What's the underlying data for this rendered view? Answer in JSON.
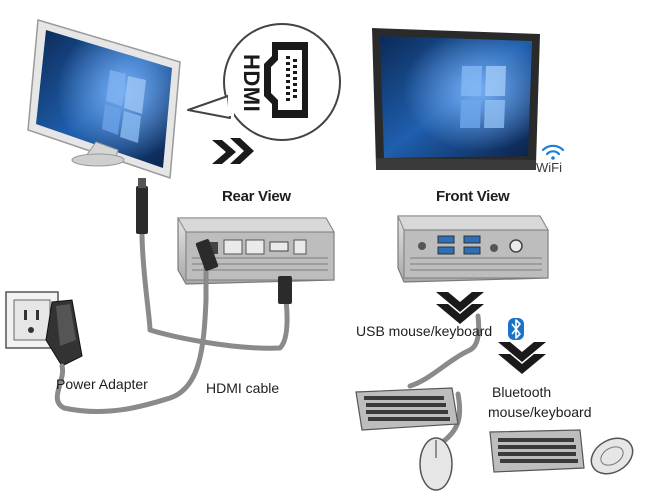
{
  "labels": {
    "rear_view": "Rear View",
    "front_view": "Front View",
    "hdmi_badge": "HDMI",
    "wifi": "WiFi",
    "usb": "USB mouse/keyboard",
    "bluetooth_line1": "Bluetooth",
    "bluetooth_line2": "mouse/keyboard",
    "power_adapter": "Power Adapter",
    "hdmi_cable": "HDMI cable"
  },
  "colors": {
    "cable": "#8a8a8a",
    "device_body": "#c9c9c9",
    "screen_blue": "#1a4f8f",
    "wifi_blue": "#1d7fd4",
    "bluetooth_blue": "#1a73c8",
    "chevron": "#1a1a1a"
  },
  "icons": [
    "hdmi-port-icon",
    "wifi-icon",
    "bluetooth-icon",
    "chevron-right-icon",
    "chevron-down-icon"
  ]
}
